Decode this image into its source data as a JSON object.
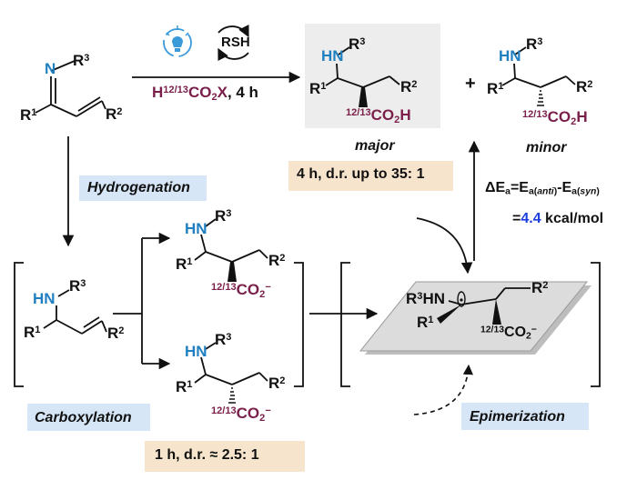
{
  "reagent_rsh": "RSH",
  "reagent_acid": "H12/13CO2X, 4 h",
  "product_major_label": "major",
  "product_minor_label": "minor",
  "plus_sign": "+",
  "major_info": "4 h, d.r. up to 35: 1",
  "hydrogenation_label": "Hydrogenation",
  "carboxylation_label": "Carboxylation",
  "epimerization_label": "Epimerization",
  "carboxylation_info": "1 h, d.r. ≈ 2.5: 1",
  "energy_equation": "ΔEa=Ea(anti)-Ea(syn)",
  "energy_value": "=4.4 kcal/mol",
  "atoms": {
    "R1": "R1",
    "R2": "R2",
    "R3": "R3",
    "N": "N",
    "HN": "HN",
    "R3HN": "R3HN",
    "co2h": "12/13CO2H",
    "co2_minus": "12/13CO2−"
  },
  "colors": {
    "maroon": "#7a1e4a",
    "blue": "#1f7fc0",
    "highlight_blue": "#1c3fe0",
    "label_box_blue": "#d6e6f6",
    "label_box_tan": "#f7e4cc",
    "plane_grey": "#d9d9d9"
  }
}
